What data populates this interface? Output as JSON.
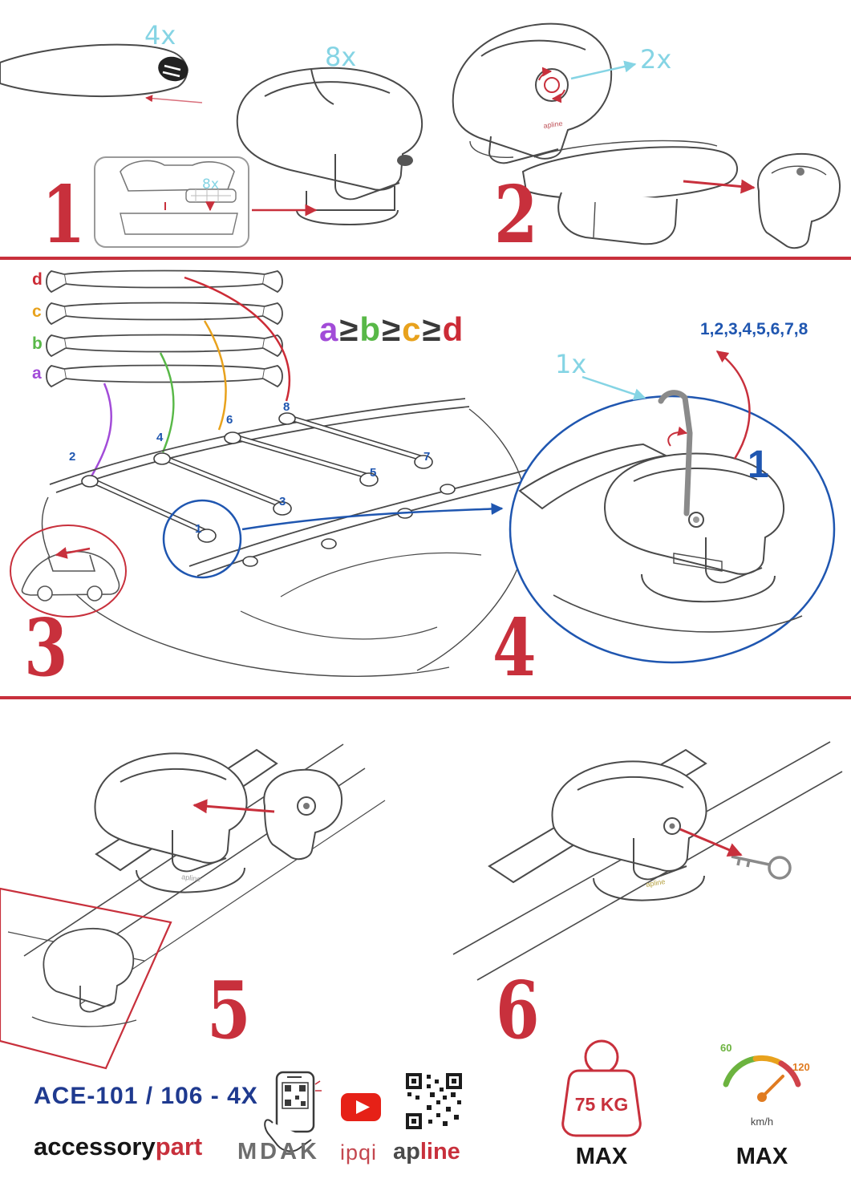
{
  "colors": {
    "accent_red": "#c8303c",
    "cyan": "#85d4e4",
    "blue": "#1f56b0",
    "navy": "#1f3a8f",
    "purple": "#a24bd8",
    "green": "#58b847",
    "orange": "#e8a21d",
    "dark_red": "#cc2b36",
    "gauge_green": "#6cb33f",
    "gauge_orange": "#e07b20"
  },
  "step1": {
    "number": "1",
    "bar_qty": "4x",
    "foot_qty": "8x",
    "pad_qty": "8x"
  },
  "step2": {
    "number": "2",
    "knob_qty": "2x"
  },
  "step3": {
    "number": "3",
    "bar_labels": [
      "d",
      "c",
      "b",
      "a"
    ],
    "formula": [
      "a",
      "≥",
      "b",
      "≥",
      "c",
      "≥",
      "d"
    ],
    "positions": [
      "1",
      "2",
      "3",
      "4",
      "5",
      "6",
      "7",
      "8"
    ]
  },
  "step4": {
    "number": "4",
    "sequence": "1,2,3,4,5,6,7,8",
    "tool_qty": "1x",
    "callout": "1"
  },
  "step5": {
    "number": "5"
  },
  "step6": {
    "number": "6"
  },
  "footer": {
    "model": "ACE-101 / 106 - 4X",
    "brand_black": "accessory",
    "brand_red": "part",
    "mdak": "MDAK",
    "ipqi": "ipqi",
    "apline_gray": "ap",
    "apline_red": "line",
    "foot_brand": "apline",
    "weight": "75 KG",
    "weight_max": "MAX",
    "speed_low": "60",
    "speed_high": "120",
    "speed_unit": "km/h",
    "speed_max": "MAX"
  }
}
